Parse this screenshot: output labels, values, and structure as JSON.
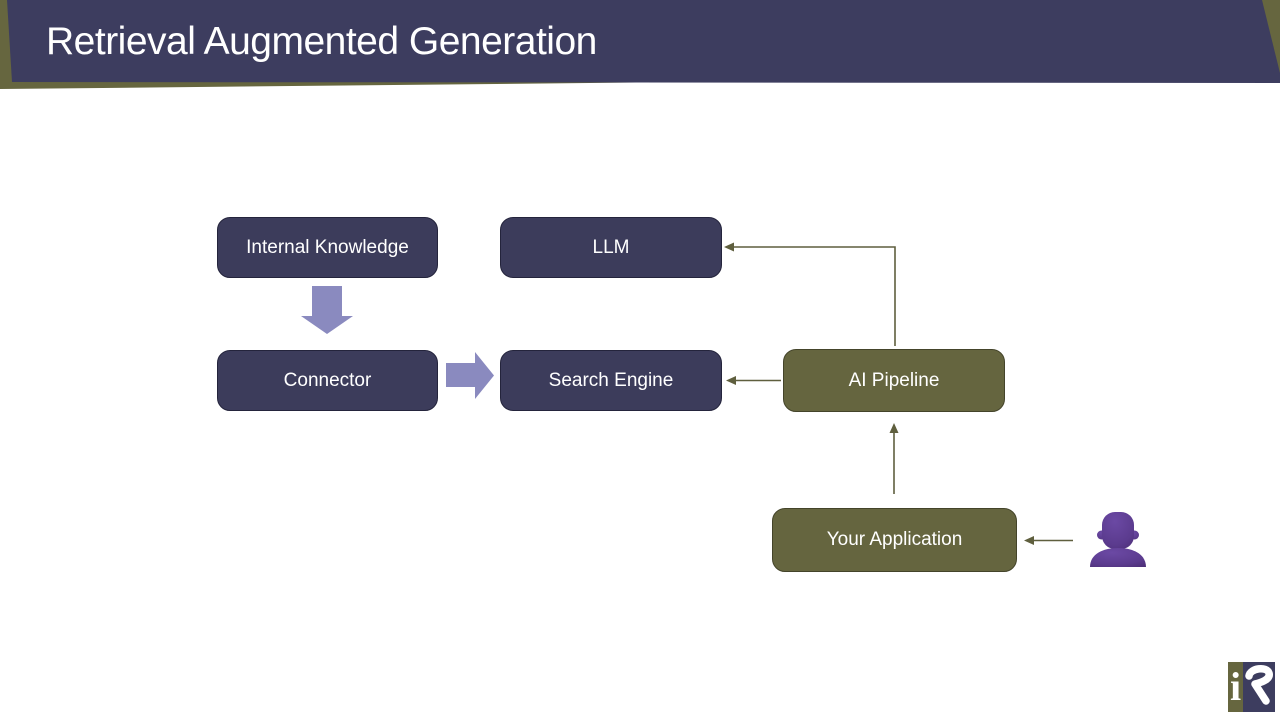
{
  "slide": {
    "title": "Retrieval Augmented Generation"
  },
  "diagram": {
    "nodes": {
      "internal_knowledge": {
        "label": "Internal Knowledge",
        "style": "navy"
      },
      "llm": {
        "label": "LLM",
        "style": "navy"
      },
      "connector": {
        "label": "Connector",
        "style": "navy"
      },
      "search_engine": {
        "label": "Search Engine",
        "style": "navy"
      },
      "ai_pipeline": {
        "label": "AI Pipeline",
        "style": "olive"
      },
      "your_application": {
        "label": "Your Application",
        "style": "olive"
      }
    },
    "connections": [
      "Internal Knowledge -> Connector",
      "Connector -> Search Engine",
      "AI Pipeline -> LLM",
      "AI Pipeline -> Search Engine",
      "Your Application -> AI Pipeline",
      "User -> Your Application"
    ],
    "icons": {
      "user": "user-icon"
    }
  },
  "logo": {
    "monogram": "iR",
    "left_letter": "i",
    "right_letter": "R"
  },
  "colors": {
    "header_navy": "#3D3D5F",
    "header_olive": "#66663F",
    "node_navy_fill": "#3C3C5B",
    "node_navy_border": "#24243C",
    "node_olive_fill": "#65653F",
    "node_olive_border": "#44442A",
    "block_arrow_purple": "#8A8ABF",
    "connector_line_olive": "#5F5F3E",
    "user_icon_purple": "#5B3B8E",
    "text_white": "#FFFFFF"
  }
}
